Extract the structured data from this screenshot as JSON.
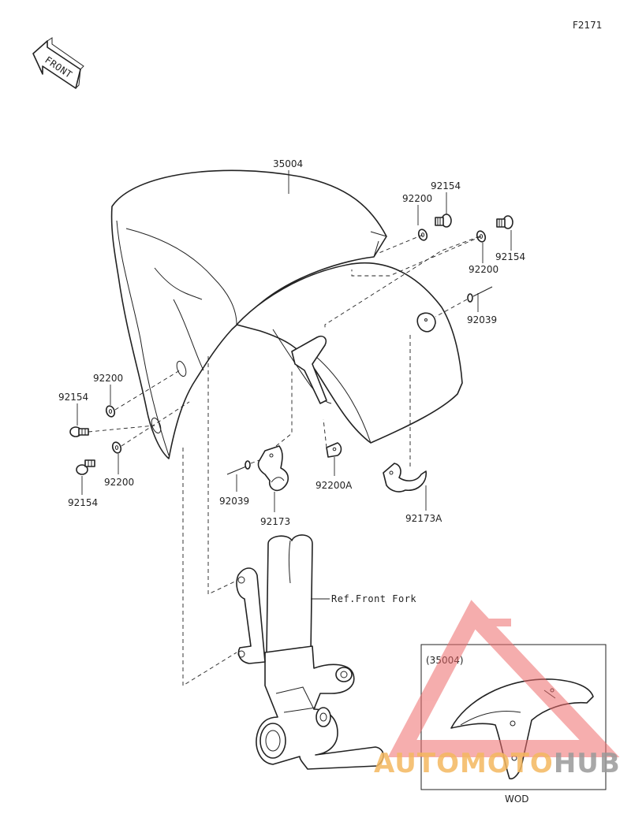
{
  "figure_code": "F2171",
  "front_label": "FRONT",
  "parts": {
    "fender": "35004",
    "washer_upper_left": "92200",
    "bolt_upper_left": "92154",
    "bolt_upper_right": "92154",
    "washer_upper_right": "92200",
    "rivet_right": "92039",
    "washer_left_a": "92200",
    "bolt_left_a": "92154",
    "bolt_left_b": "92154",
    "washer_left_b": "92200",
    "rivet_center": "92039",
    "clamp_center": "92173",
    "washer_clip": "92200A",
    "clamp_right": "92173A"
  },
  "fork_reference": "Ref.Front Fork",
  "inset": {
    "label": "(35004)",
    "caption": "WOD"
  },
  "watermark": {
    "part1": "AUTOMOTO",
    "part2": "HUB",
    "color1": "#f4b860",
    "color2": "#9a9a9a",
    "triangle_color": "#ee6b6b"
  }
}
